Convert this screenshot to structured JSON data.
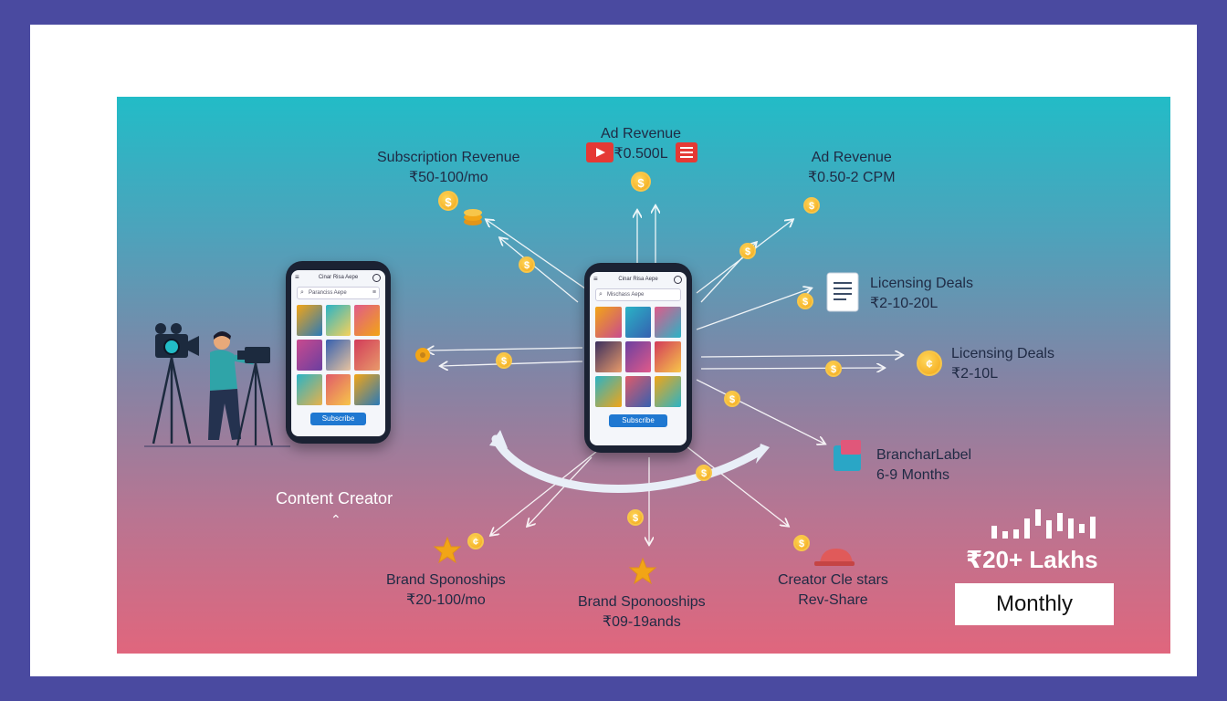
{
  "creator": {
    "label": "Content Creator"
  },
  "left_phone": {
    "app_title": "Cinar Risa Aepe",
    "search_placeholder": "Paranciss Aepe",
    "button": "Subscribe"
  },
  "center_phone": {
    "app_title": "Cinar Risa Aepe",
    "search_placeholder": "Mischass Aepe",
    "button": "Subscribe"
  },
  "streams": [
    {
      "id": "subscription",
      "title": "Subscription Revenue",
      "value": "₹50-100/mo"
    },
    {
      "id": "ad-top",
      "title": "Ad Revenue",
      "value": "₹0.500L"
    },
    {
      "id": "ad-right",
      "title": "Ad Revenue",
      "value": "₹0.50-2 CPM"
    },
    {
      "id": "licensing-1",
      "title": "Licensing Deals",
      "value": "₹2-10-20L"
    },
    {
      "id": "licensing-2",
      "title": "Licensing Deals",
      "value": "₹2-10L"
    },
    {
      "id": "branchar",
      "title": "BrancharLabel",
      "value": "6-9 Months"
    },
    {
      "id": "brand-left",
      "title": "Brand Sponoships",
      "value": "₹20-100/mo"
    },
    {
      "id": "brand-center",
      "title": "Brand Sponooships",
      "value": "₹09-19ands"
    },
    {
      "id": "creator-stars",
      "title": "Creator Cle stars",
      "value": "Rev-Share"
    }
  ],
  "total": {
    "amount": "₹20+ Lakhs",
    "period": "Monthly"
  },
  "colors": {
    "coin": "#f2a516",
    "accent_blue": "#1f78d1",
    "youtube_red": "#e53935"
  },
  "icons": [
    "video-camera-icon",
    "person-icon",
    "tripod-icon",
    "coin-icon",
    "youtube-play-icon",
    "document-icon",
    "gift-box-icon",
    "star-icon",
    "cap-icon",
    "gear-icon",
    "bar-chart-icon",
    "curved-arrow-icon"
  ]
}
